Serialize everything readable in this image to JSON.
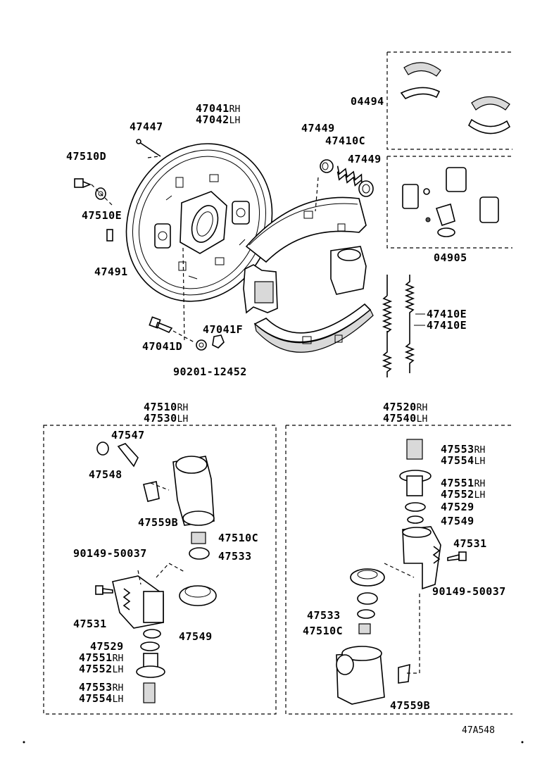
{
  "labels": {
    "p47041": "47041",
    "p47042": "47042",
    "p47447": "47447",
    "p47510D": "47510D",
    "p47510E": "47510E",
    "p47491": "47491",
    "p47041D": "47041D",
    "p47041F": "47041F",
    "p90201": "90201-12452",
    "p47449a": "47449",
    "p47410C": "47410C",
    "p47449b": "47449",
    "p04494": "04494",
    "p04905": "04905",
    "p47410E_a": "47410E",
    "p47410E_b": "47410E",
    "p47510": "47510",
    "p47530": "47530",
    "p47520": "47520",
    "p47540": "47540",
    "L_47547": "47547",
    "L_47548": "47548",
    "L_47559B": "47559B",
    "L_47510C": "47510C",
    "L_90149": "90149-50037",
    "L_47533": "47533",
    "L_47531": "47531",
    "L_47549": "47549",
    "L_47529": "47529",
    "L_47551": "47551",
    "L_47552": "47552",
    "L_47553": "47553",
    "L_47554": "47554",
    "R_47553": "47553",
    "R_47554": "47554",
    "R_47551": "47551",
    "R_47552": "47552",
    "R_47529": "47529",
    "R_47549": "47549",
    "R_47531": "47531",
    "R_90149": "90149-50037",
    "R_47533": "47533",
    "R_47510C": "47510C",
    "R_47559B": "47559B",
    "code": "47A548"
  },
  "suffix": {
    "rh": "RH",
    "lh": "LH"
  }
}
